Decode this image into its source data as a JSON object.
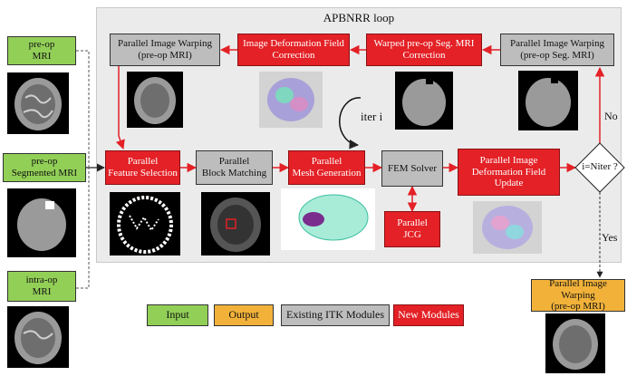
{
  "diagram": {
    "loop_title": "APBNRR loop",
    "iter_label": "iter i",
    "nodes": {
      "preop_mri": "pre-op\nMRI",
      "preop_seg_mri": "pre-op\nSegmented MRI",
      "intraop_mri": "intra-op\nMRI",
      "piw_preop_mri": "Parallel Image Warping\n(pre-op MRI)",
      "idf_correction": "Image Deformation Field\nCorrection",
      "warped_seg_correction": "Warped pre-op Seg. MRI\nCorrection",
      "piw_preop_seg": "Parallel Image Warping\n(pre-op Seg. MRI)",
      "feature_selection": "Parallel\nFeature Selection",
      "block_matching": "Parallel\nBlock Matching",
      "mesh_generation": "Parallel\nMesh Generation",
      "fem_solver": "FEM Solver",
      "idf_update": "Parallel Image\nDeformation Field\nUpdate",
      "parallel_jcg": "Parallel\nJCG",
      "decision": "i=Niter ?",
      "output_warping": "Parallel Image Warping\n(pre-op MRI)"
    },
    "edge_labels": {
      "no": "No",
      "yes": "Yes"
    },
    "legend": {
      "input": "Input",
      "output": "Output",
      "existing": "Existing ITK Modules",
      "new": "New Modules"
    },
    "colors": {
      "new_module": "#e32126",
      "existing_module": "#bdbdbd",
      "input": "#92cf57",
      "output": "#f2b23a",
      "loop_background": "#ebebeb"
    }
  }
}
